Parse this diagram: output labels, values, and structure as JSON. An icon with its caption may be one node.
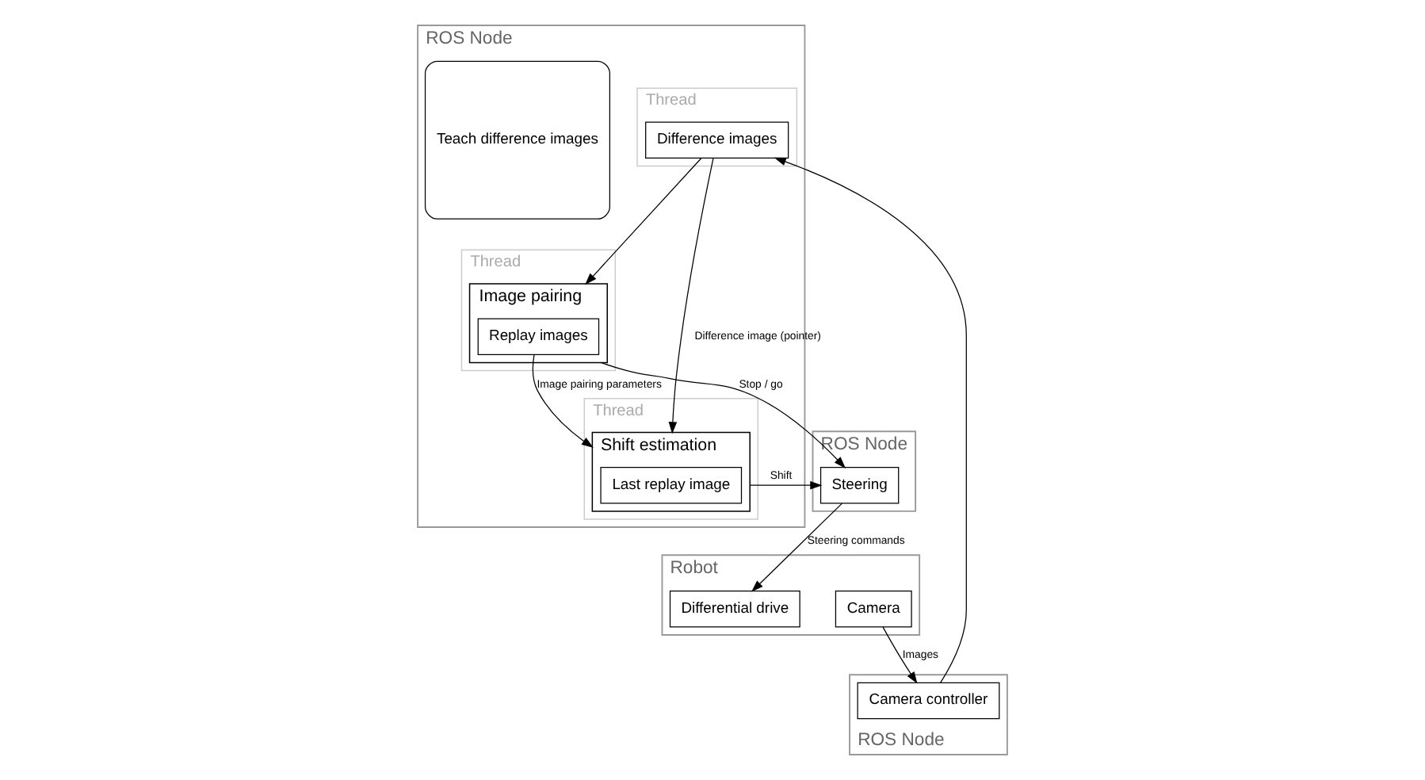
{
  "diagram": {
    "nodes": [
      {
        "text": [
          "ROS Node"
        ]
      },
      {
        "text": [
          "Thread"
        ],
        "in": 0
      },
      {
        "text": [
          "Difference images"
        ],
        "in": 1
      },
      {
        "text": [
          "Thread"
        ],
        "in": 0
      },
      {
        "text": [
          "Image pairing"
        ],
        "in": 3
      },
      {
        "text": [
          "Replay images"
        ],
        "in": 4
      },
      {
        "text": [
          "Thread"
        ],
        "in": 0
      },
      {
        "text": [
          "Shift estimation"
        ],
        "in": 6
      },
      {
        "text": [
          "Last replay image"
        ],
        "in": 7
      },
      {
        "text": [
          "Teach difference images"
        ],
        "in": 0
      },
      {
        "text": [
          "ROS Node"
        ]
      },
      {
        "text": [
          "Camera controller"
        ],
        "in": 10
      },
      {
        "text": [
          "ROS Node"
        ]
      },
      {
        "text": [
          "Steering"
        ],
        "in": 12
      },
      {
        "text": [
          "Robot"
        ]
      },
      {
        "text": [
          "Camera"
        ],
        "in": 14
      },
      {
        "text": [
          "Differential drive"
        ],
        "in": 14
      }
    ],
    "edges": [
      {
        "from": 15,
        "to": 11,
        "arrow": "to",
        "label": "Images"
      },
      {
        "from": 11,
        "to": 2,
        "arrow": "to"
      },
      {
        "from": 2,
        "to": 4,
        "arrow": "to"
      },
      {
        "from": 2,
        "to": 7,
        "arrow": "to",
        "label": "Difference image (pointer)"
      },
      {
        "from": 5,
        "to": 7,
        "arrow": "to",
        "label": "Image pairing parameters"
      },
      {
        "from": 4,
        "to": 13,
        "arrow": "to",
        "label": "Stop / go"
      },
      {
        "from": 7,
        "to": 13,
        "arrow": "to",
        "label": "Shift"
      },
      {
        "from": 13,
        "to": 16,
        "arrow": "to",
        "label": "Steering commands"
      }
    ]
  }
}
